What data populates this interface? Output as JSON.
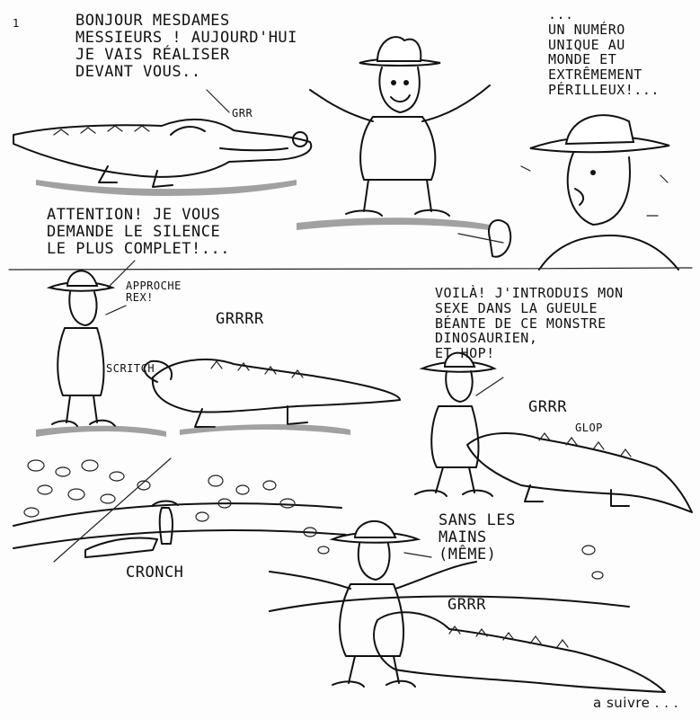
{
  "page": {
    "number": "1",
    "footer": "a suivre . . ."
  },
  "panels": {
    "p1": {
      "speech": "BONJOUR MESDAMES\nMESSIEURS ! AUJOURD'HUI\nJE VAIS RÉALISER\nDEVANT VOUS..",
      "croc_sound": "GRR"
    },
    "p2": {
      "speech": "...\nUN NUMÉRO\nUNIQUE AU\nMONDE ET\nEXTRÊMEMENT\nPÉRILLEUX!..."
    },
    "p3": {
      "speech": "ATTENTION! JE VOUS\nDEMANDE LE SILENCE\nLE PLUS COMPLET!...",
      "call": "APPROCHE\nREX!",
      "croc_sound": "GRRRR",
      "scratch_sound": "SCRITCH"
    },
    "p4": {
      "speech": "VOILÀ! J'INTRODUIS MON\nSEXE DANS LA GUEULE\nBÉANTE DE CE MONSTRE\nDINOSAURIEN,\nET HOP!",
      "croc_sound": "GRRR",
      "gulp_sound": "GLOP"
    },
    "p5": {
      "crunch_sound": "CRONCH"
    },
    "p6": {
      "speech": "SANS LES\nMAINS\n(MÊME)",
      "croc_sound": "GRRR"
    }
  },
  "colors": {
    "ink": "#111111",
    "paper": "#fdfdfd"
  }
}
